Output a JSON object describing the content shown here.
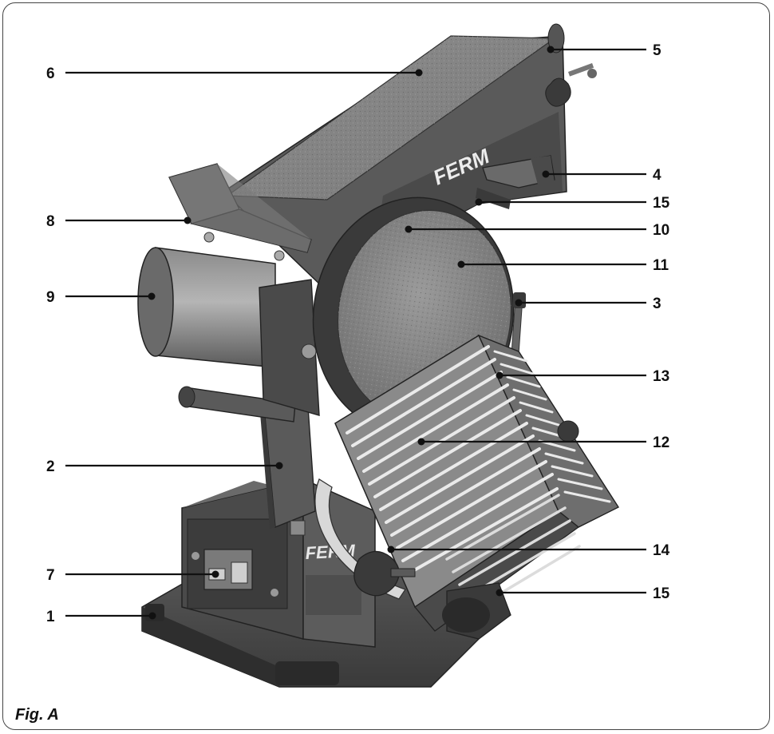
{
  "caption": "Fig. A",
  "brand": "FERM",
  "callouts": [
    {
      "num": "1"
    },
    {
      "num": "2"
    },
    {
      "num": "3"
    },
    {
      "num": "4"
    },
    {
      "num": "5"
    },
    {
      "num": "6"
    },
    {
      "num": "7"
    },
    {
      "num": "8"
    },
    {
      "num": "9"
    },
    {
      "num": "10"
    },
    {
      "num": "11"
    },
    {
      "num": "12"
    },
    {
      "num": "13"
    },
    {
      "num": "14"
    },
    {
      "num": "15"
    },
    {
      "num": "15"
    }
  ]
}
